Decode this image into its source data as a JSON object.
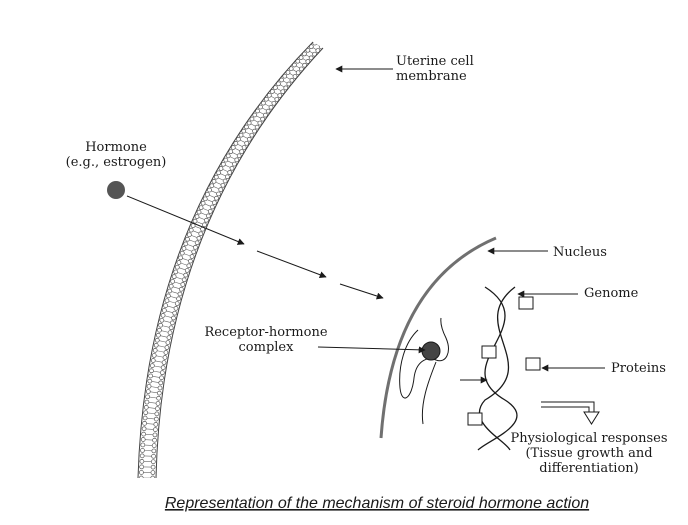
{
  "labels": {
    "membrane_line1": "Uterine cell",
    "membrane_line2": "membrane",
    "hormone_line1": "Hormone",
    "hormone_line2": "(e.g., estrogen)",
    "nucleus": "Nucleus",
    "genome": "Genome",
    "receptor_line1": "Receptor-hormone",
    "receptor_line2": "complex",
    "proteins": "Proteins",
    "response_line1": "Physiological responses",
    "response_line2": "(Tissue growth and",
    "response_line3": "differentiation)"
  },
  "caption": "Representation of the mechanism of  steroid hormone action",
  "colors": {
    "ink": "#1a1a1a",
    "membrane_outline": "#444444",
    "nucleus_envelope": "#707070",
    "hormone_fill": "#555555"
  },
  "icons": {
    "hormone": "filled-circle",
    "receptor": "cup-shaped-receptor",
    "genome": "double-helix-dna",
    "protein": "square-box"
  }
}
